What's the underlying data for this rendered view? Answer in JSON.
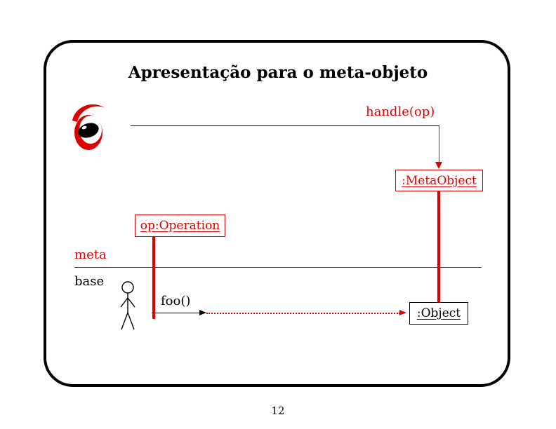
{
  "slide": {
    "title": "Apresentação para o meta-objeto",
    "page_number": "12"
  },
  "diagram": {
    "handle_message": "handle(op)",
    "metaobject_label": ":MetaObject",
    "operation_label": "op:Operation",
    "meta_level_label": "meta",
    "base_level_label": "base",
    "foo_message": "foo()",
    "object_label": ":Object"
  },
  "colors": {
    "accent_red": "#dd0000",
    "line_black": "#000000"
  }
}
